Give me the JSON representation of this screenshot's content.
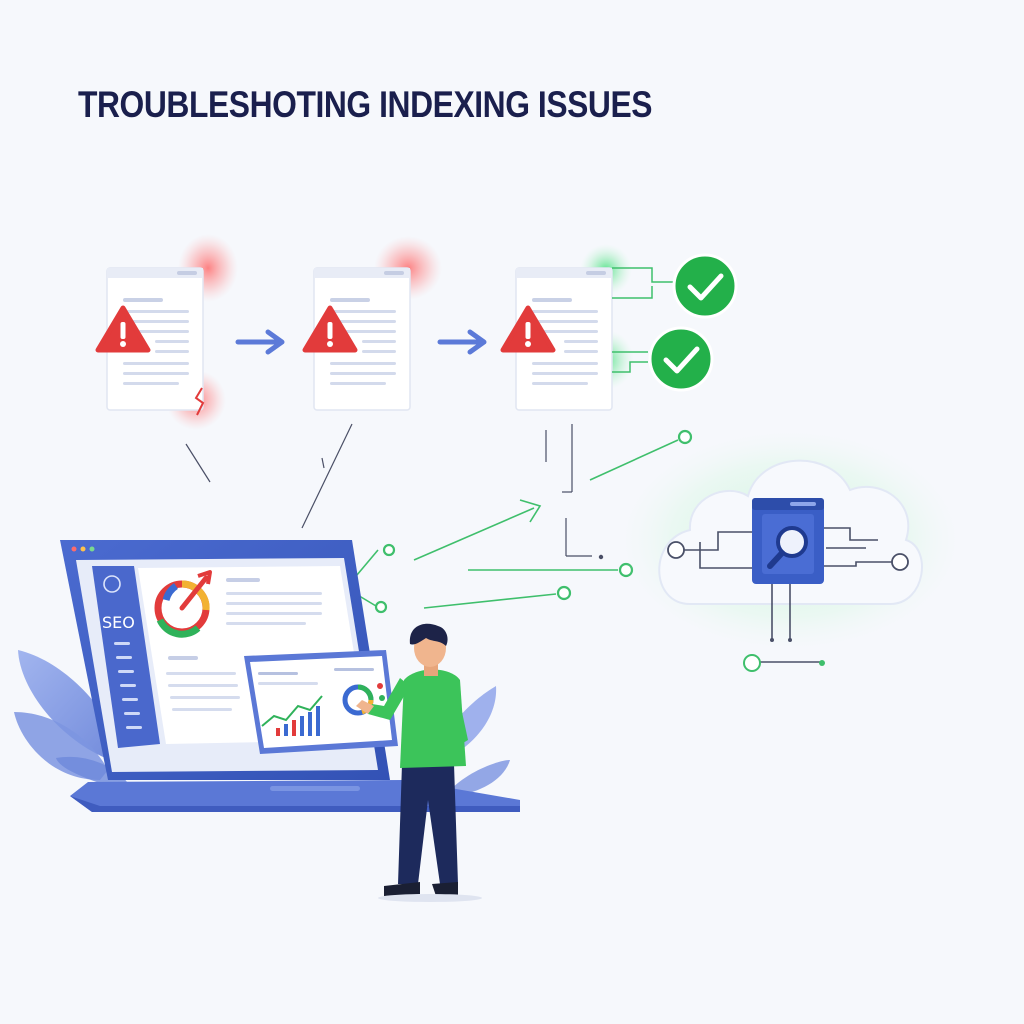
{
  "title": "TROUBLESHOTING INDEXING ISSUES",
  "laptop": {
    "sidebar_label": "SEO"
  },
  "colors": {
    "title": "#1a1f4d",
    "error_red": "#e23b3b",
    "success_green": "#23b04a",
    "laptop_blue": "#3f5fc4",
    "network_green": "#3cc26b"
  },
  "documents": [
    {
      "status": "error"
    },
    {
      "status": "error"
    },
    {
      "status": "error"
    }
  ],
  "checks": [
    {
      "status": "success"
    },
    {
      "status": "success"
    }
  ]
}
